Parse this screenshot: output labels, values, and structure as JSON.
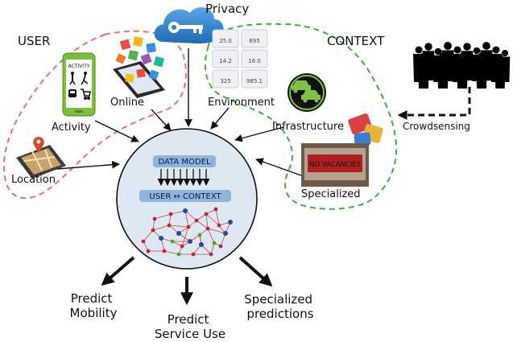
{
  "groups": {
    "user": "USER",
    "context": "CONTEXT"
  },
  "privacy": {
    "label": "Privacy"
  },
  "sources": {
    "activity": {
      "label": "Activity",
      "screen_title": "ACTIVITY"
    },
    "online": "Online",
    "location": "Location",
    "environment": "Environment",
    "infrastructure": "Infrastructure",
    "specialized": {
      "label": "Specialized",
      "sign_text": "NO VACANCIES"
    },
    "crowdsensing": "Crowdsensing"
  },
  "environment_tiles": [
    "25.0",
    "695",
    "14.2",
    "16.0",
    "325",
    "985.1"
  ],
  "model": {
    "data_model": "DATA MODEL",
    "user_context": "USER ↔ CONTEXT"
  },
  "outputs": {
    "predict_mobility": [
      "Predict",
      "Mobility"
    ],
    "predict_service": [
      "Predict",
      "Service Use"
    ],
    "specialized_predictions": [
      "Specialized",
      "predictions"
    ]
  },
  "colors": {
    "user_boundary": "#e8706e",
    "context_boundary": "#3fae3f",
    "model_fill": "#dde8f3",
    "pill_fill": "#8fb4de",
    "network_red": "#c0282d",
    "network_blue": "#1f4f9c",
    "network_green": "#4aa52e",
    "cloud": "#2f80c8"
  }
}
